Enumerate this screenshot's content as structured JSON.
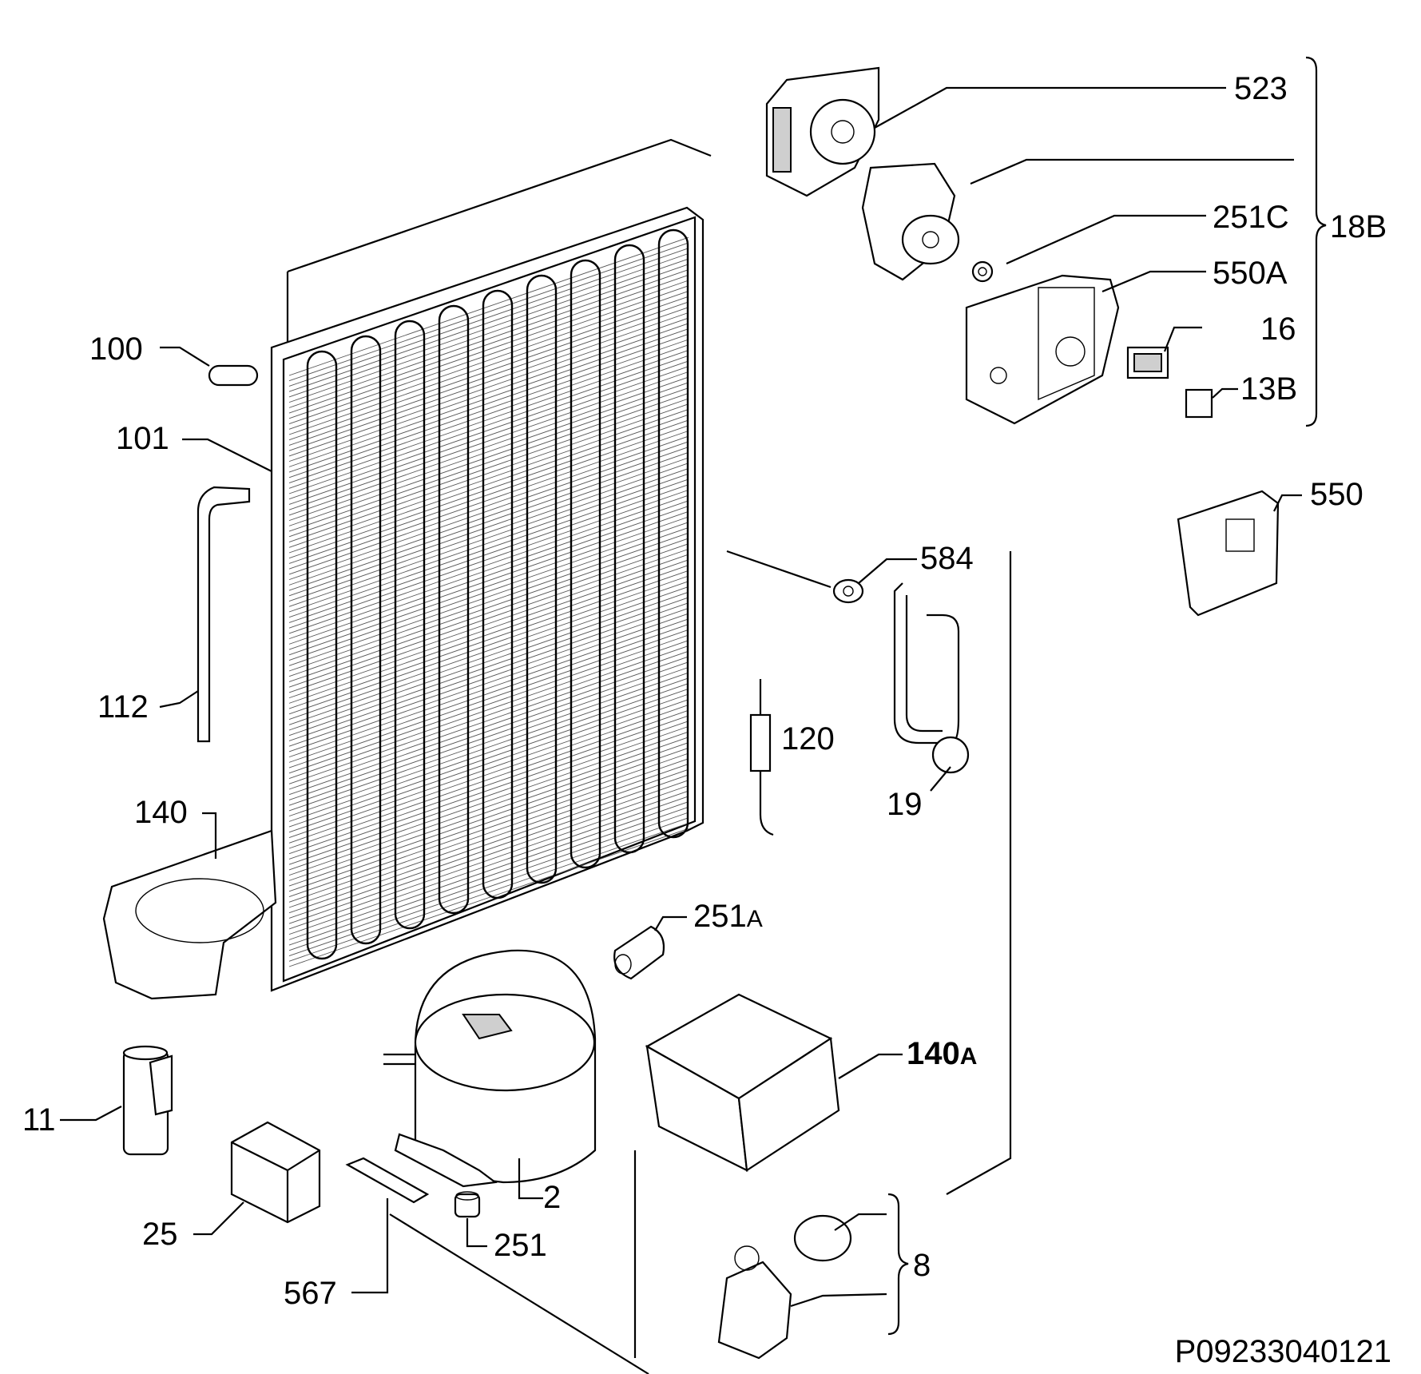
{
  "diagram": {
    "drawing_code": "P09233040121",
    "labels": {
      "l523": "523",
      "l251C": "251C",
      "l550A": "550A",
      "l16": "16",
      "l13B": "13B",
      "l18B": "18B",
      "l550": "550",
      "l584": "584",
      "l19": "19",
      "l120": "120",
      "l100": "100",
      "l101": "101",
      "l112": "112",
      "l140": "140",
      "l251A_num": "251",
      "l251A_suf": "A",
      "l140A_num": "140",
      "l140A_suf": "A",
      "l11": "11",
      "l2": "2",
      "l25": "25",
      "l251": "251",
      "l567": "567",
      "l8": "8"
    }
  }
}
